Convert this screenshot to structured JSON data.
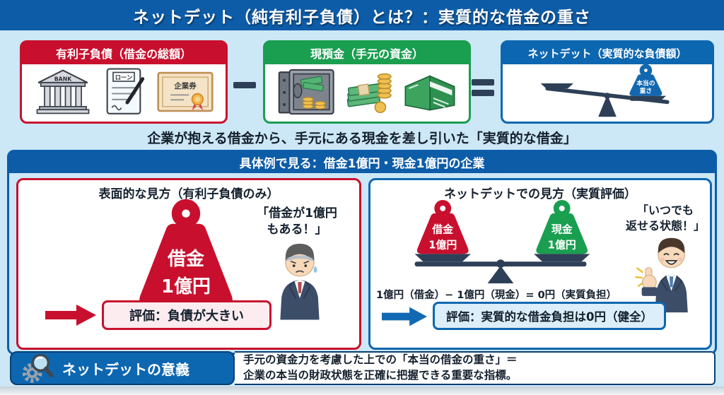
{
  "title": "ネットデット（純有利子負債）とは？：実質的な借金の重さ",
  "colors": {
    "accent_red": "#c8102e",
    "accent_green": "#1a9e50",
    "accent_blue": "#0d67b0",
    "title_blue": "#0d5ca8",
    "scale_navy": "#2e4057",
    "page_bg": "#cce7f5"
  },
  "top_row": {
    "debt_box": {
      "header": "有利子負債（借金の総額）",
      "bank_label": "BANK",
      "loan_label": "ローン",
      "certificate_label": "企業券"
    },
    "operators": {
      "minus": "−",
      "equals": "＝"
    },
    "cash_box": {
      "header": "現預金（手元の資金）"
    },
    "netdebt_box": {
      "header": "ネットデット（実質的な負債額）",
      "weight_line1": "本当の",
      "weight_line2": "重さ"
    }
  },
  "summary_line": "企業が抱える借金から、手元にある現金を差し引いた「実質的な借金」",
  "example": {
    "header": "具体例で見る：借金1億円・現金1億円の企業",
    "left": {
      "title": "表面的な見方（有利子負債のみ）",
      "weight_line1": "借金",
      "weight_line2": "1億円",
      "quote_line1": "「借金が1億円",
      "quote_line2": "もある！」",
      "evaluation": "評価：負債が大きい"
    },
    "right": {
      "title": "ネットデットでの見方（実質評価）",
      "debt_weight_line1": "借金",
      "debt_weight_line2": "1億円",
      "cash_weight_line1": "現金",
      "cash_weight_line2": "1億円",
      "quote_line1": "「いつでも",
      "quote_line2": "返せる状態！」",
      "formula": "1億円（借金）− 1億円（現金）= 0円（実質負担）",
      "evaluation": "評価：実質的な借金負担は0円（健全）"
    }
  },
  "footer": {
    "label": "ネットデットの意義",
    "line1": "手元の資金力を考慮した上での「本当の借金の重さ」＝",
    "line2": "企業の本当の財政状態を正確に把握できる重要な指標。"
  }
}
